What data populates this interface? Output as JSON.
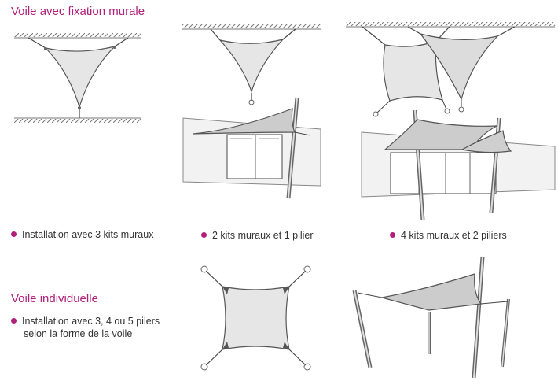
{
  "sections": {
    "wall_mount": {
      "title": "Voile avec fixation murale",
      "captions": [
        "Installation avec 3 kits muraux",
        "2 kits muraux et 1 pilier",
        "4 kits muraux et 2 piliers"
      ]
    },
    "standalone": {
      "title": "Voile individuelle",
      "caption_lines": [
        "Installation avec 3, 4 ou 5 pilers",
        "selon la forme de la voile"
      ]
    }
  },
  "colors": {
    "accent": "#b0207a",
    "sail_fill": "#e6e6e6",
    "outline": "#555555"
  }
}
